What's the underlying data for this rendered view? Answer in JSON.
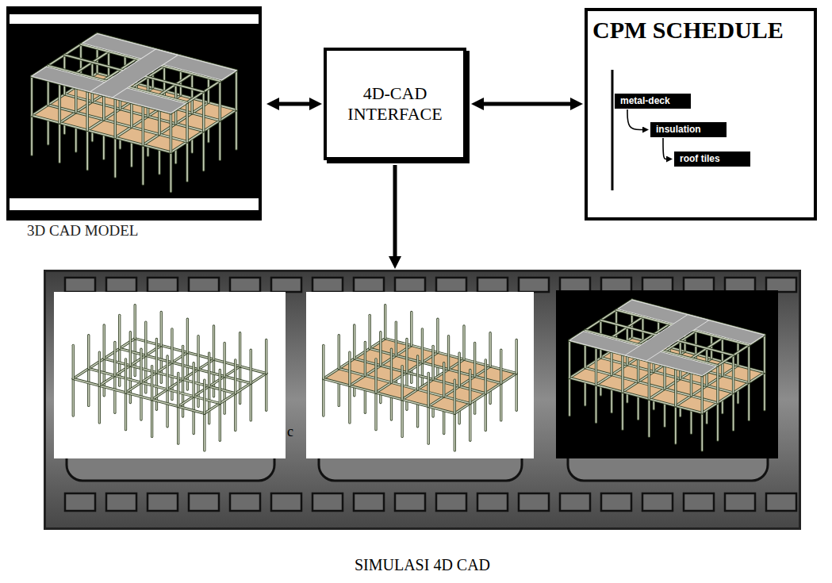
{
  "diagram": {
    "nodes": [
      {
        "text": [
          "3D CAD MODEL"
        ]
      },
      {
        "text": [
          "4D-CAD INTERFACE"
        ]
      },
      {
        "text": [
          "CPM SCHEDULE"
        ]
      },
      {
        "text": [
          "metal-deck"
        ],
        "in": 2
      },
      {
        "text": [
          "insulation"
        ],
        "in": 2
      },
      {
        "text": [
          "roof tiles"
        ],
        "in": 2
      },
      {
        "text": [
          "SIMULASI 4D CAD"
        ]
      }
    ],
    "edges": [
      {
        "from": 0,
        "to": 1,
        "arrow": "both"
      },
      {
        "from": 1,
        "to": 2,
        "arrow": "both"
      },
      {
        "from": 1,
        "to": 6,
        "arrow": "to"
      },
      {
        "from": 3,
        "to": 4,
        "arrow": "to"
      },
      {
        "from": 4,
        "to": 5,
        "arrow": "to"
      }
    ],
    "labels": [
      "c"
    ]
  }
}
